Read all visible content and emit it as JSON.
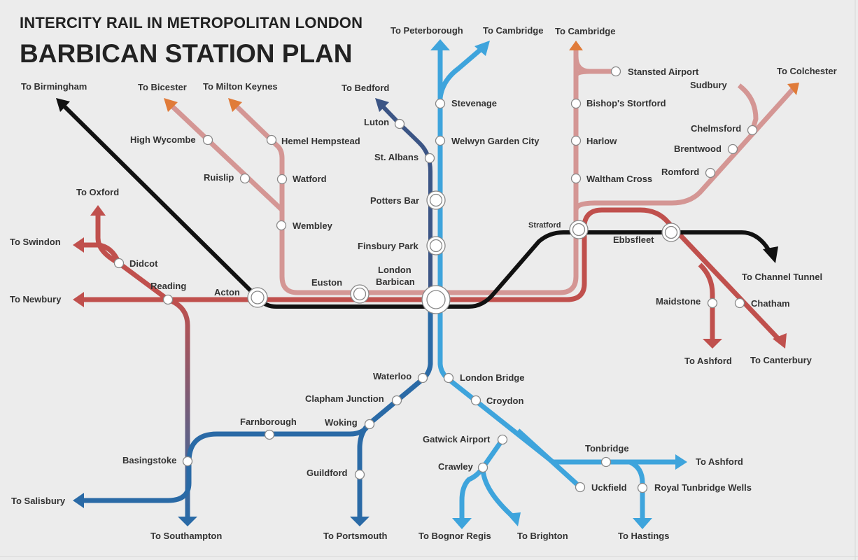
{
  "header": {
    "title_small": "INTERCITY RAIL IN METROPOLITAN LONDON",
    "title_large": "BARBICAN STATION PLAN"
  },
  "colors": {
    "black_line": "#111111",
    "red_line": "#c0504d",
    "pink_line": "#d49694",
    "dark_blue_line": "#2a6aa6",
    "navy_line": "#3c5585",
    "light_blue_line": "#3ea4dc",
    "orange_arrow": "#e07b39"
  },
  "destinations": {
    "birmingham": "To Birmingham",
    "bicester": "To Bicester",
    "milton_keynes": "To Milton Keynes",
    "bedford": "To Bedford",
    "peterborough": "To Peterborough",
    "cambridge_1": "To Cambridge",
    "cambridge_2": "To Cambridge",
    "colchester": "To Colchester",
    "oxford": "To Oxford",
    "swindon": "To Swindon",
    "newbury": "To Newbury",
    "channel_tunnel": "To Channel Tunnel",
    "ashford_1": "To Ashford",
    "canterbury": "To Canterbury",
    "salisbury": "To Salisbury",
    "southampton": "To Southampton",
    "portsmouth": "To Portsmouth",
    "bognor_regis": "To Bognor Regis",
    "brighton": "To Brighton",
    "hastings": "To Hastings",
    "ashford_2": "To Ashford"
  },
  "stations": {
    "high_wycombe": "High Wycombe",
    "hemel_hempstead": "Hemel Hempstead",
    "ruislip": "Ruislip",
    "watford": "Watford",
    "wembley": "Wembley",
    "luton": "Luton",
    "st_albans": "St. Albans",
    "stevenage": "Stevenage",
    "welwyn": "Welwyn Garden City",
    "potters_bar": "Potters Bar",
    "finsbury_park": "Finsbury Park",
    "london_barbican_1": "London",
    "london_barbican_2": "Barbican",
    "euston": "Euston",
    "acton": "Acton",
    "reading": "Reading",
    "didcot": "Didcot",
    "stansted": "Stansted Airport",
    "bishops_stortford": "Bishop's Stortford",
    "harlow": "Harlow",
    "waltham_cross": "Waltham Cross",
    "stratford": "Stratford",
    "ebbsfleet": "Ebbsfleet",
    "sudbury": "Sudbury",
    "chelmsford": "Chelmsford",
    "brentwood": "Brentwood",
    "romford": "Romford",
    "maidstone": "Maidstone",
    "chatham": "Chatham",
    "waterloo": "Waterloo",
    "london_bridge": "London Bridge",
    "clapham_junction": "Clapham Junction",
    "croydon": "Croydon",
    "woking": "Woking",
    "farnborough": "Farnborough",
    "basingstoke": "Basingstoke",
    "guildford": "Guildford",
    "gatwick": "Gatwick Airport",
    "crawley": "Crawley",
    "tonbridge": "Tonbridge",
    "uckfield": "Uckfield",
    "royal_tunbridge_wells": "Royal Tunbridge Wells"
  }
}
